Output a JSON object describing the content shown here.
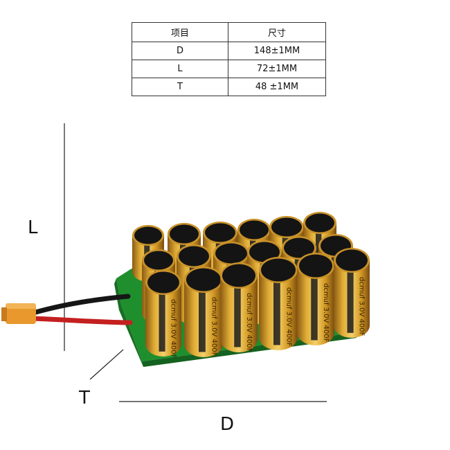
{
  "spec_table": {
    "headers": [
      "项目",
      "尺寸"
    ],
    "rows": [
      {
        "item": "D",
        "size": "148±1MM"
      },
      {
        "item": "L",
        "size": "72±1MM"
      },
      {
        "item": "T",
        "size": "48 ±1MM"
      }
    ]
  },
  "dimension_labels": {
    "length": "L",
    "thickness": "T",
    "diameter": "D"
  },
  "product": {
    "capacitor_brand_text": "dcmuf",
    "capacitor_rating_text": "3.0V 400F",
    "colors": {
      "capacitor_body": "#d9a52b",
      "capacitor_top": "#141414",
      "pcb": "#1f8f2e",
      "wire_red": "#c42020",
      "wire_black": "#161616",
      "connector": "#e8982c"
    }
  }
}
